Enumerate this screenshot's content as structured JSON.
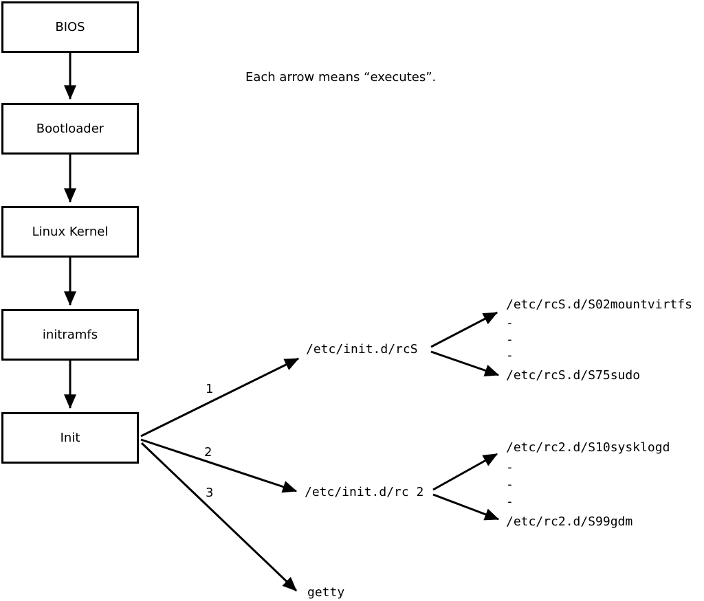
{
  "caption": "Each arrow means “executes”.",
  "boot_chain": [
    {
      "label": "BIOS"
    },
    {
      "label": "Bootloader"
    },
    {
      "label": "Linux Kernel"
    },
    {
      "label": "initramfs"
    },
    {
      "label": "Init"
    }
  ],
  "init_targets": [
    {
      "order": "1",
      "label": "/etc/init.d/rcS"
    },
    {
      "order": "2",
      "label": "/etc/init.d/rc 2"
    },
    {
      "order": "3",
      "label": "getty"
    }
  ],
  "rcS_fanout": {
    "first": "/etc/rcS.d/S02mountvirtfs",
    "dots": [
      "-",
      "-",
      "-"
    ],
    "last": "/etc/rcS.d/S75sudo"
  },
  "rc2_fanout": {
    "first": "/etc/rc2.d/S10sysklogd",
    "dots": [
      "-",
      "-",
      "-"
    ],
    "last": "/etc/rc2.d/S99gdm"
  },
  "colors": {
    "line": "#000000",
    "background": "#ffffff"
  }
}
